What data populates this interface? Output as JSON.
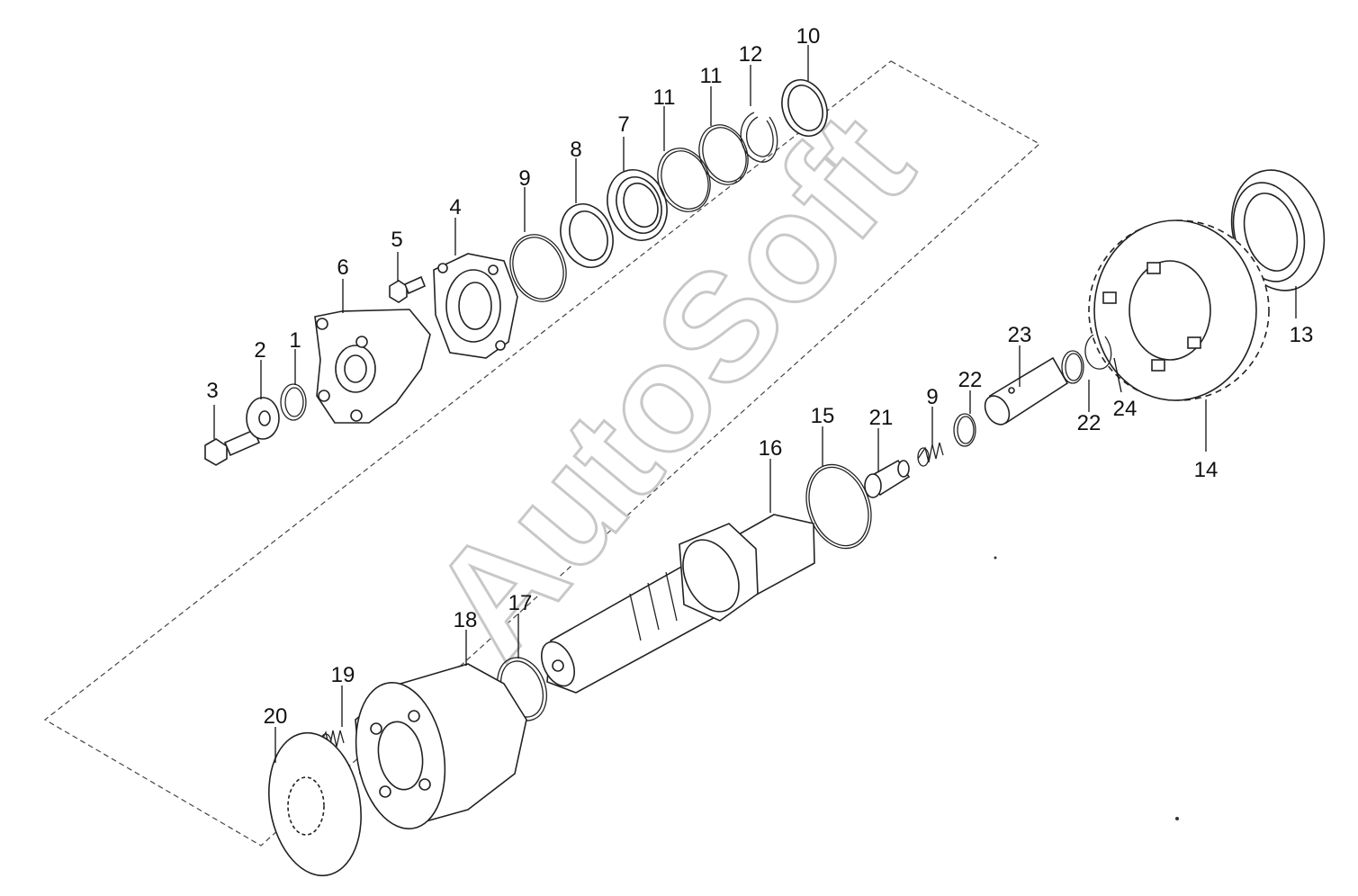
{
  "watermark": "AutoSoft",
  "callouts": [
    {
      "id": "c1",
      "label": "1"
    },
    {
      "id": "c2",
      "label": "2"
    },
    {
      "id": "c3",
      "label": "3"
    },
    {
      "id": "c4",
      "label": "4"
    },
    {
      "id": "c5",
      "label": "5"
    },
    {
      "id": "c6",
      "label": "6"
    },
    {
      "id": "c7",
      "label": "7"
    },
    {
      "id": "c8",
      "label": "8"
    },
    {
      "id": "c9a",
      "label": "9"
    },
    {
      "id": "c9b",
      "label": "9"
    },
    {
      "id": "c10",
      "label": "10"
    },
    {
      "id": "c11a",
      "label": "11"
    },
    {
      "id": "c11b",
      "label": "11"
    },
    {
      "id": "c12",
      "label": "12"
    },
    {
      "id": "c13",
      "label": "13"
    },
    {
      "id": "c14",
      "label": "14"
    },
    {
      "id": "c15",
      "label": "15"
    },
    {
      "id": "c16",
      "label": "16"
    },
    {
      "id": "c17",
      "label": "17"
    },
    {
      "id": "c18",
      "label": "18"
    },
    {
      "id": "c19",
      "label": "19"
    },
    {
      "id": "c20",
      "label": "20"
    },
    {
      "id": "c21",
      "label": "21"
    },
    {
      "id": "c22a",
      "label": "22"
    },
    {
      "id": "c22b",
      "label": "22"
    },
    {
      "id": "c23",
      "label": "23"
    },
    {
      "id": "c24",
      "label": "24"
    }
  ]
}
